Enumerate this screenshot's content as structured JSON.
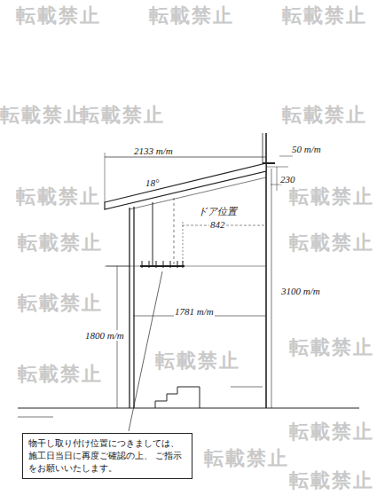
{
  "diagram": {
    "nodes": [
      {
        "text": [
          "物干し取り付け位置につきましては、 施工日当日に再度ご確認の上、 ご指示をお願いいたします。"
        ]
      }
    ],
    "labels": [
      "転載禁止",
      "転載禁止",
      "転載禁止",
      "転載禁止",
      "転載禁止",
      "転載禁止",
      "転載禁止",
      "転載禁止",
      "転載禁止",
      "転載禁止",
      "転載禁止",
      "転載禁止",
      "転載禁止",
      "転載禁止",
      "転載禁止",
      "転載禁止",
      "転載禁止",
      "2133 m/m",
      "50 m/m",
      "230",
      "18°",
      "ドア位置",
      "842",
      "3100 m/m",
      "1781 m/m",
      "1800 m/m"
    ]
  }
}
